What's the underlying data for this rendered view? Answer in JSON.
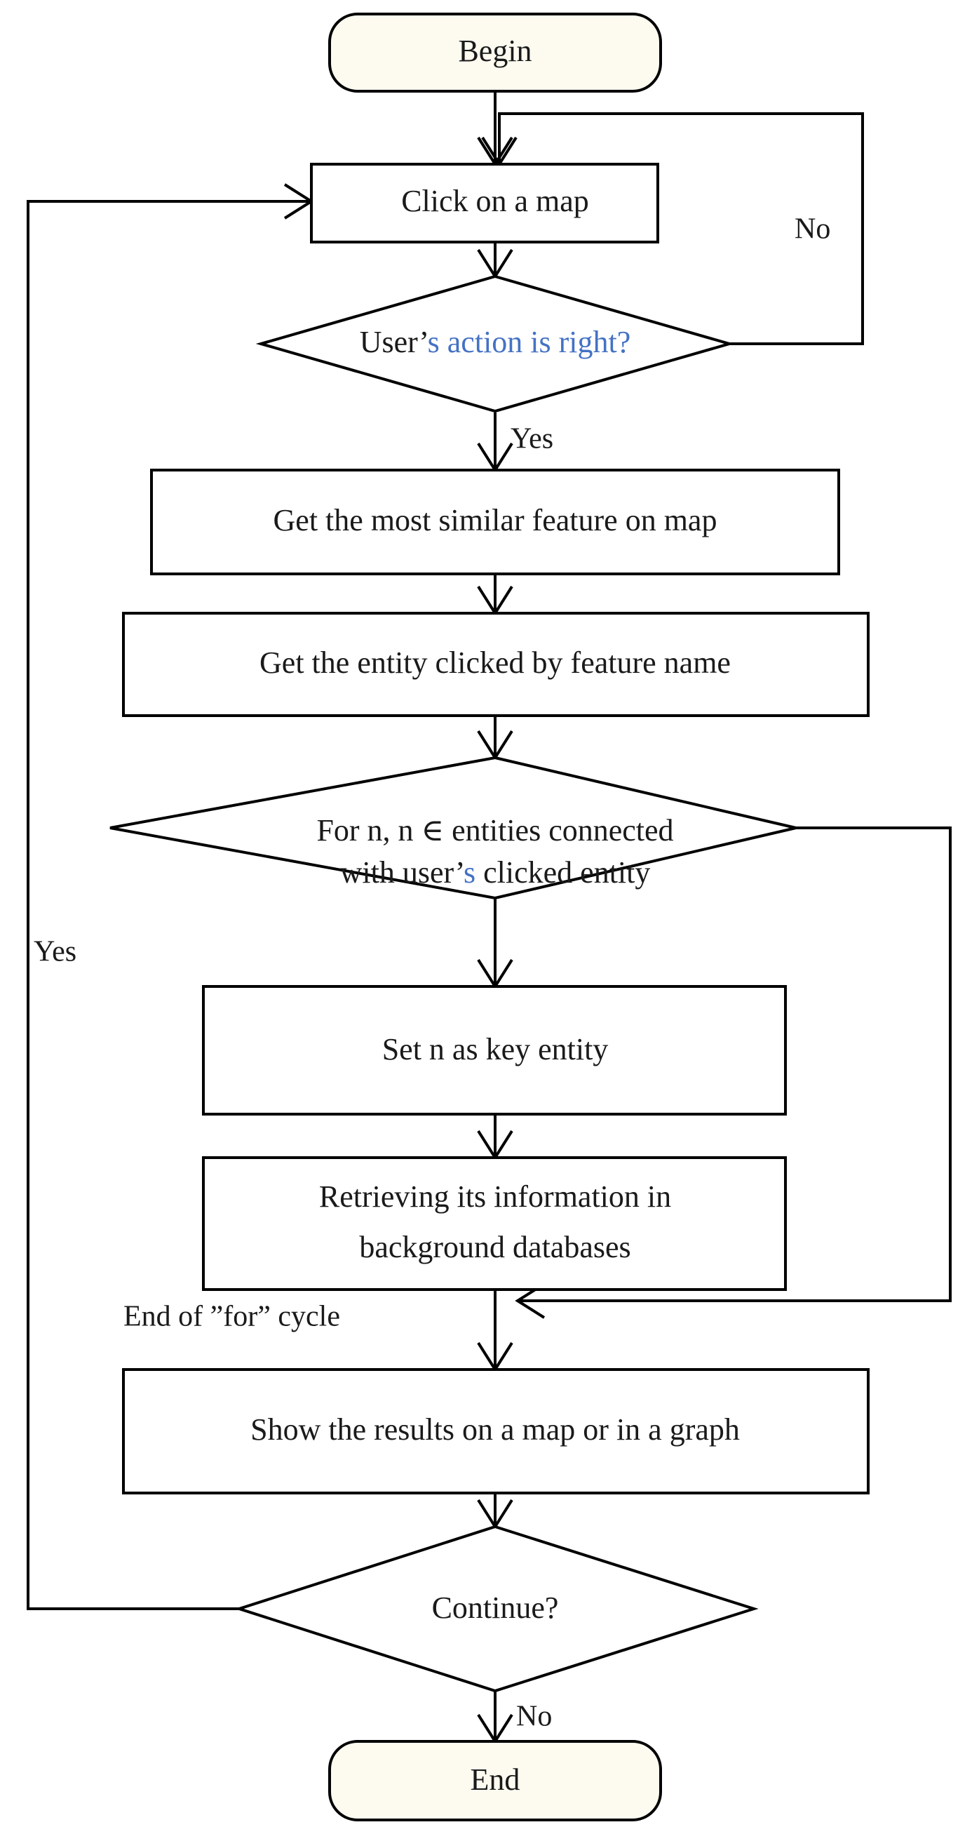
{
  "diagram": {
    "type": "flowchart",
    "title": "Map click interaction flowchart",
    "colors": {
      "terminal_fill": "#fdfbf0",
      "process_fill": "#ffffff",
      "decision_fill": "#ffffff",
      "stroke": "#000000",
      "text": "#1a1a1a",
      "accent_blue": "#4472c4"
    },
    "nodes": {
      "begin": {
        "label": "Begin",
        "shape": "rounded-terminal"
      },
      "click_map": {
        "label": "Click on a map",
        "shape": "process"
      },
      "action_right": {
        "shape": "decision",
        "label": "User's action is right?",
        "parts": [
          {
            "text": "User’",
            "color": "black"
          },
          {
            "text": "s action is right?",
            "color": "blue"
          }
        ]
      },
      "similar_feature": {
        "label": "Get the most similar feature on map",
        "shape": "process"
      },
      "entity_by_name": {
        "label": "Get the entity clicked by feature name",
        "shape": "process"
      },
      "for_loop": {
        "shape": "decision",
        "label": "For n, n ∈ entities connected with user's clicked entity",
        "line1": [
          {
            "text": "For n, n ∈ entities connected",
            "color": "black"
          }
        ],
        "line2": [
          {
            "text": "with user’",
            "color": "black"
          },
          {
            "text": "s",
            "color": "blue"
          },
          {
            "text": " clicked entity",
            "color": "black"
          }
        ]
      },
      "set_key_entity": {
        "label": "Set n as key entity",
        "shape": "process"
      },
      "retrieve_info": {
        "shape": "process",
        "label": "Retrieving its information in background databases",
        "line1": "Retrieving its information in",
        "line2": "background databases"
      },
      "show_results": {
        "label": "Show the results on a map or in a graph",
        "shape": "process"
      },
      "continue": {
        "label": "Continue?",
        "shape": "decision"
      },
      "end": {
        "label": "End",
        "shape": "rounded-terminal"
      }
    },
    "edge_labels": {
      "no_action_right": "No",
      "yes_action_right": "Yes",
      "yes_continue": "Yes",
      "no_continue": "No",
      "end_for_cycle": "End of  ”for” cycle"
    }
  }
}
